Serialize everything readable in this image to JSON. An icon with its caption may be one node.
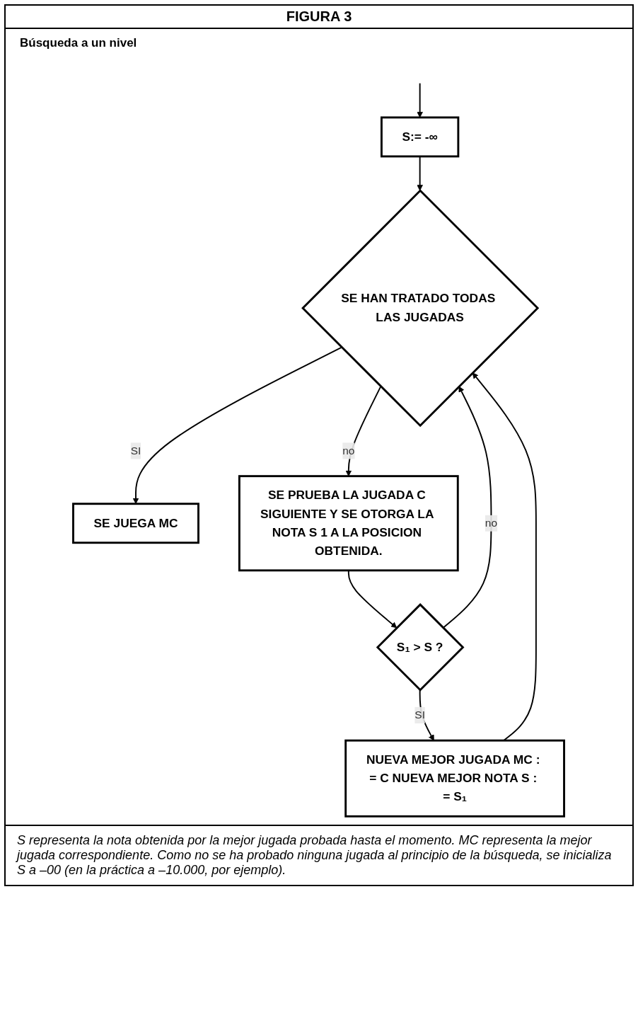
{
  "diagram": {
    "title": "FIGURA 3",
    "caption": "S representa la nota obtenida por la mejor jugada probada hasta el momento. MC representa la mejor jugada correspondiente. Como no se ha probado ninguna jugada al principio de la búsqueda, se inicializa S a –00 (en la práctica a –10.000, por ejemplo).",
    "nodes": [
      {
        "text": [
          "S:= -∞"
        ]
      },
      {
        "text": [
          "SE HAN TRATADO TODAS LAS JUGADAS"
        ]
      },
      {
        "text": [
          "SE JUEGA MC"
        ]
      },
      {
        "text": [
          "SE PRUEBA LA JUGADA C SIGUIENTE Y SE OTORGA LA NOTA S 1 A LA POSICION OBTENIDA."
        ]
      },
      {
        "text": [
          "S₁ > S ?"
        ]
      },
      {
        "text": [
          "NUEVA MEJOR JUGADA MC : = C NUEVA MEJOR NOTA S : = S₁"
        ]
      }
    ],
    "edges": [
      {
        "from": null,
        "to": 0,
        "arrow": "to"
      },
      {
        "from": 0,
        "to": 1,
        "arrow": "to"
      },
      {
        "from": 1,
        "to": 2,
        "arrow": "to",
        "label": "SI"
      },
      {
        "from": 1,
        "to": 3,
        "arrow": "to",
        "label": "no"
      },
      {
        "from": 3,
        "to": 4,
        "arrow": "to"
      },
      {
        "from": 4,
        "to": 5,
        "arrow": "to",
        "label": "SI"
      },
      {
        "from": 4,
        "to": 1,
        "arrow": "to",
        "label": "no"
      },
      {
        "from": 5,
        "to": 1,
        "arrow": "to"
      }
    ],
    "labels": [
      "Búsqueda a un nivel"
    ]
  }
}
